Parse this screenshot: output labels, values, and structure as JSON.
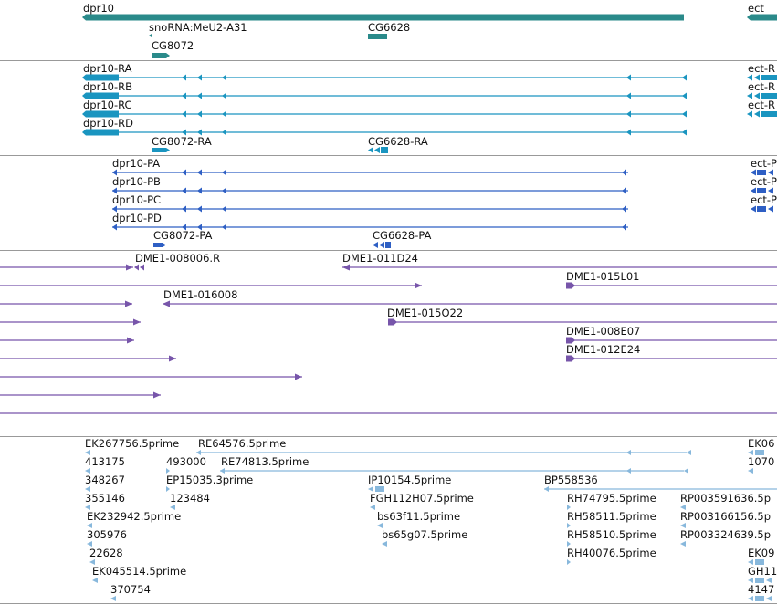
{
  "colors": {
    "gene": "#2a8a8a",
    "transcript": "#1a95c0",
    "protein": "#2e5fc4",
    "clone": "#7755aa",
    "est": "#88b8dc",
    "separator": "#999999"
  },
  "tracks": {
    "genes": [
      "dpr10",
      "ect",
      "snoRNA:MeU2-A31",
      "CG6628",
      "CG8072"
    ],
    "transcripts": [
      "dpr10-RA",
      "ect-R",
      "dpr10-RB",
      "ect-R",
      "dpr10-RC",
      "ect-R",
      "dpr10-RD",
      "CG8072-RA",
      "CG6628-RA"
    ],
    "proteins": [
      "dpr10-PA",
      "ect-P",
      "dpr10-PB",
      "ect-P",
      "dpr10-PC",
      "ect-P",
      "dpr10-PD",
      "CG8072-PA",
      "CG6628-PA"
    ],
    "clones": [
      "DME1-008006.R",
      "DME1-011D24",
      "DME1-015L01",
      "DME1-016008",
      "DME1-015O22",
      "DME1-008E07",
      "DME1-012E24"
    ],
    "ests": [
      "EK267756.5prime",
      "RE64576.5prime",
      "EK06",
      "413175",
      "493000",
      "RE74813.5prime",
      "1070",
      "348267",
      "EP15035.3prime",
      "IP10154.5prime",
      "BP558536",
      "355146",
      "123484",
      "FGH112H07.5prime",
      "RH74795.5prime",
      "RP003591636.5p",
      "EK232942.5prime",
      "bs63f11.5prime",
      "RH58511.5prime",
      "RP003166156.5p",
      "305976",
      "bs65g07.5prime",
      "RH58510.5prime",
      "RP003324639.5p",
      "22628",
      "RH40076.5prime",
      "EK09",
      "EK045514.5prime",
      "GH11",
      "370754",
      "4147"
    ]
  }
}
